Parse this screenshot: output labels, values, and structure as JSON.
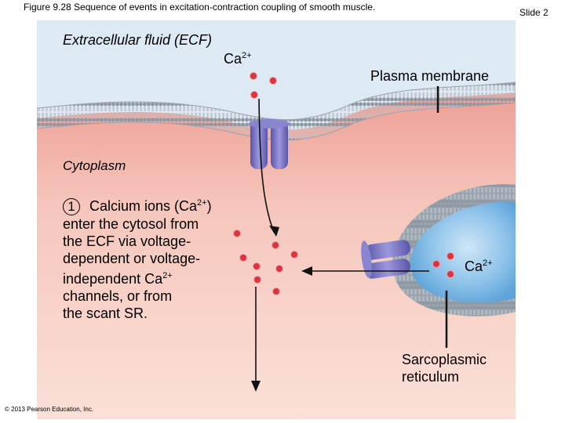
{
  "header": {
    "figure_title": "Figure 9.28  Sequence of events in excitation-contraction coupling of smooth muscle.",
    "slide_number": "Slide 2"
  },
  "labels": {
    "ecf": "Extracellular fluid (ECF)",
    "ca_ion_top": "Ca",
    "ca_charge_top": "2+",
    "plasma_membrane": "Plasma membrane",
    "cytoplasm": "Cytoplasm",
    "ca_ion_sr": "Ca",
    "ca_charge_sr": "2+",
    "sr_line1": "Sarcoplasmic",
    "sr_line2": "reticulum"
  },
  "step": {
    "number": "1",
    "line1": "Calcium ions (Ca",
    "line1_sup": "2+",
    "line1_end": ")",
    "line2": "enter the cytosol from",
    "line3": "the ECF via voltage-",
    "line4": "dependent or voltage-",
    "line5": "independent Ca",
    "line5_sup": "2+",
    "line6": "channels, or from",
    "line7": "the scant SR."
  },
  "footer": {
    "copyright": "© 2013 Pearson Education, Inc."
  },
  "colors": {
    "ecf_bg": "#d6e4f0",
    "cytoplasm_bg": "#f3b8ad",
    "cytoplasm_light": "#f7cfc5",
    "membrane_head": "#9aa3ad",
    "channel": "#7b76c6",
    "sr_lumen": "#7fb8e6",
    "ion": "#d9343f"
  }
}
